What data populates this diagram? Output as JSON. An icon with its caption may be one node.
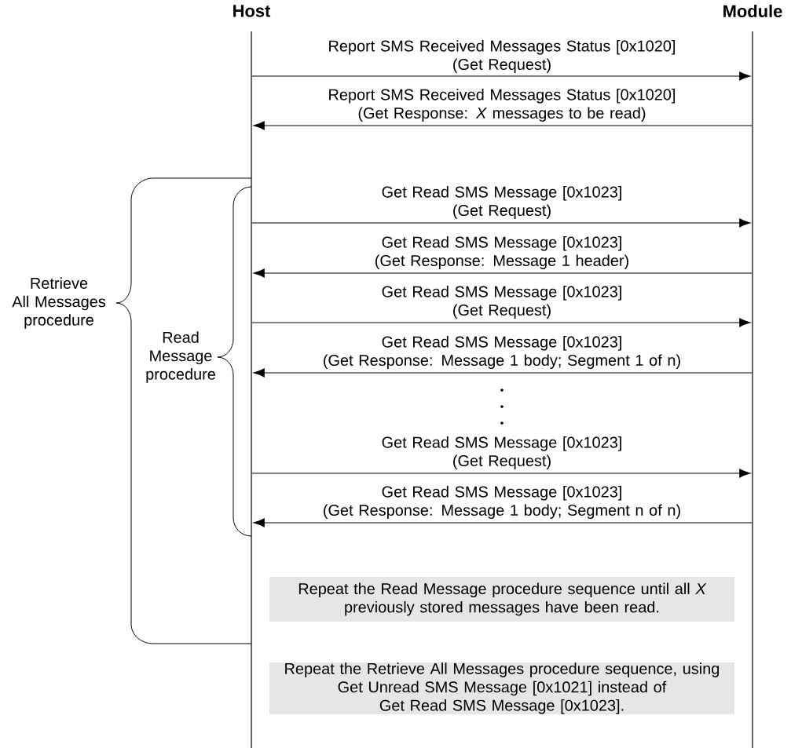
{
  "diagram": {
    "nodes": [
      {
        "text": [
          "Host"
        ]
      },
      {
        "text": [
          "Module"
        ]
      },
      {
        "text": [
          "Repeat the Read Message procedure sequence until all *X* previously stored messages have been read."
        ]
      },
      {
        "text": [
          "Repeat the Retrieve All Messages procedure sequence, using Get Unread SMS Message [0x1021] instead of Get Read SMS Message [0x1023]."
        ]
      }
    ],
    "edges": [
      {
        "from": 0,
        "to": 1,
        "arrow": "to",
        "label": "Report SMS Received Messages Status [0x1020] (Get Request)"
      },
      {
        "from": 1,
        "to": 0,
        "arrow": "to",
        "label": "Report SMS Received Messages Status [0x1020] (Get Response: *X* messages to be read)"
      },
      {
        "from": 0,
        "to": 1,
        "arrow": "to",
        "label": "Get Read SMS Message [0x1023] (Get Request)"
      },
      {
        "from": 1,
        "to": 0,
        "arrow": "to",
        "label": "Get Read SMS Message [0x1023] (Get Response: Message 1 header)"
      },
      {
        "from": 0,
        "to": 1,
        "arrow": "to",
        "label": "Get Read SMS Message [0x1023] (Get Request)"
      },
      {
        "from": 1,
        "to": 0,
        "arrow": "to",
        "label": "Get Read SMS Message [0x1023] (Get Response: Message 1 body; Segment 1 of n)"
      },
      {
        "from": 0,
        "to": 1,
        "arrow": "to",
        "label": "Get Read SMS Message [0x1023] (Get Request)"
      },
      {
        "from": 1,
        "to": 0,
        "arrow": "to",
        "label": "Get Read SMS Message [0x1023] (Get Response: Message 1 body; Segment n of n)"
      }
    ],
    "labels": [
      "Retrieve All Messages procedure",
      "Read Message procedure"
    ]
  }
}
